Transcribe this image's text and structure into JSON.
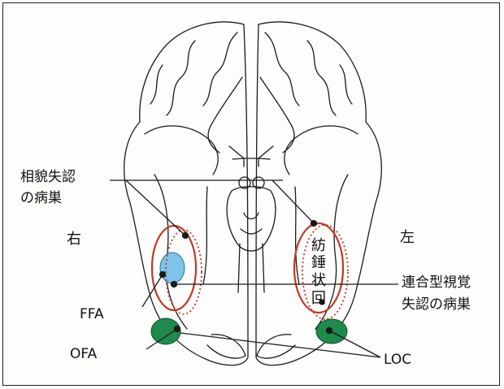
{
  "labels": {
    "prosopagnosia_line1": "相貌失認",
    "prosopagnosia_line2": "の病巣",
    "right": "右",
    "left": "左",
    "fusiform": [
      "紡",
      "錘",
      "状",
      "回"
    ],
    "visual_agnosia_line1": "連合型視覚",
    "visual_agnosia_line2": "失認の病巣",
    "ffa": "FFA",
    "ofa": "OFA",
    "loc": "LOC"
  },
  "colors": {
    "outline": "#1a1a1a",
    "lesion_dotted": "#c0392b",
    "lesion_solid": "#c0392b",
    "ffa_fill": "#7ec3e8",
    "ofa_fill": "#1f8a4c",
    "loc_fill": "#1f8a4c"
  }
}
